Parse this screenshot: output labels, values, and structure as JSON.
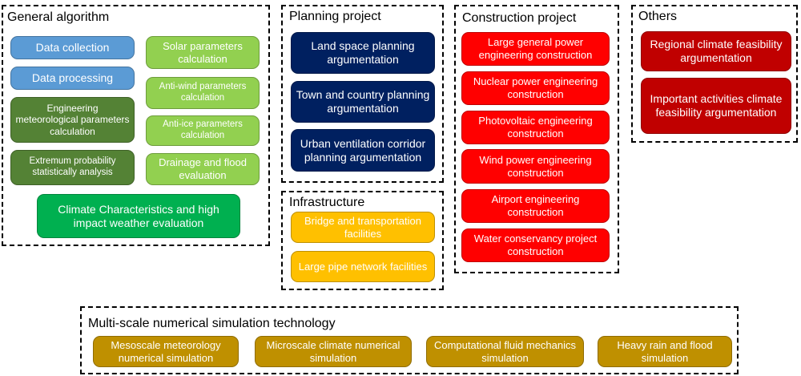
{
  "general": {
    "title": "General algorithm",
    "data_collection": "Data collection",
    "data_processing": "Data processing",
    "eng_met": "Engineering meteorological parameters calculation",
    "extremum": "Extremum probability statistically analysis",
    "solar": "Solar parameters calculation",
    "anti_wind": "Anti-wind parameters calculation",
    "anti_ice": "Anti-ice parameters calculation",
    "drainage": "Drainage and flood evaluation",
    "climate_char": "Climate Characteristics and high impact weather evaluation"
  },
  "planning": {
    "title": "Planning project",
    "land": "Land space planning argumentation",
    "town": "Town and country planning argumentation",
    "urban": "Urban ventilation corridor planning argumentation"
  },
  "infrastructure": {
    "title": "Infrastructure",
    "bridge": "Bridge and transportation facilities",
    "pipe": "Large pipe network facilities"
  },
  "construction": {
    "title": "Construction project",
    "large_power": "Large general power engineering construction",
    "nuclear": "Nuclear power engineering construction",
    "photovoltaic": "Photovoltaic engineering construction",
    "wind": "Wind power engineering construction",
    "airport": "Airport engineering construction",
    "water": "Water conservancy project construction"
  },
  "others": {
    "title": "Others",
    "regional": "Regional climate feasibility argumentation",
    "important": "Important activities climate feasibility argumentation"
  },
  "simulation": {
    "title": "Multi-scale numerical simulation technology",
    "mesoscale": "Mesoscale meteorology numerical simulation",
    "microscale": "Microscale climate numerical simulation",
    "cfd": "Computational fluid mechanics simulation",
    "heavy_rain": "Heavy rain and flood simulation"
  },
  "colors": {
    "blue": "#5b9bd5",
    "light_green": "#92d050",
    "dark_green": "#548235",
    "green": "#00b050",
    "navy": "#002060",
    "yellow": "#ffc000",
    "red": "#ff0000",
    "dark_red": "#c00000",
    "gold": "#bf9000"
  }
}
